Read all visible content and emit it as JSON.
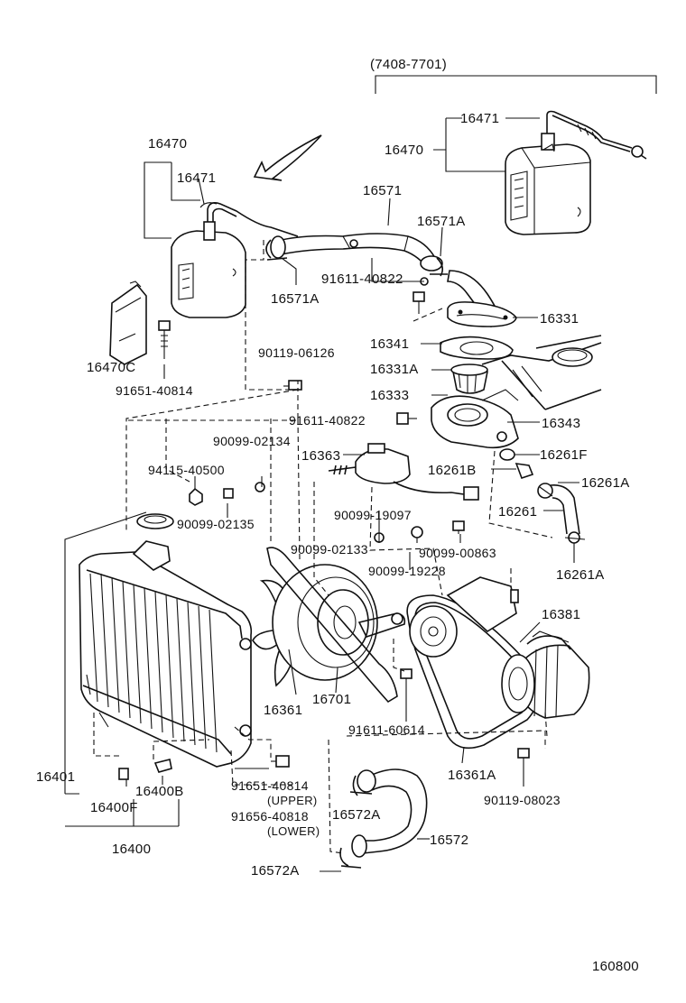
{
  "labels": {
    "range": "(7408-7701)",
    "p16471_top": "16471",
    "p16470_top": "16470",
    "p16470_left": "16470",
    "p16471_left": "16471",
    "p16571": "16571",
    "p16571A_right": "16571A",
    "p91611_40822_a": "91611-40822",
    "p16571A_left": "16571A",
    "p16331": "16331",
    "p16341": "16341",
    "p16331A": "16331A",
    "p16333": "16333",
    "p16343": "16343",
    "p90119_06126": "90119-06126",
    "p16470C": "16470C",
    "p91651_40814_a": "91651-40814",
    "p91611_40822_b": "91611-40822",
    "p90099_02134": "90099-02134",
    "p16363": "16363",
    "p16261F": "16261F",
    "p16261B": "16261B",
    "p16261A_a": "16261A",
    "p94115_40500": "94115-40500",
    "p90099_02135": "90099-02135",
    "p90099_19097": "90099-19097",
    "p16261": "16261",
    "p90099_00863": "90099-00863",
    "p90099_02133": "90099-02133",
    "p16261A_b": "16261A",
    "p90099_19228": "90099-19228",
    "p16381": "16381",
    "p16361": "16361",
    "p16701": "16701",
    "p91611_60614": "91611-60614",
    "p16401": "16401",
    "p16361A": "16361A",
    "p91651_40814_b": "91651-40814",
    "p_upper": "(UPPER)",
    "p16400B": "16400B",
    "p90119_08023": "90119-08023",
    "p16400F": "16400F",
    "p91656_40818": "91656-40818",
    "p_lower": "(LOWER)",
    "p16572A_a": "16572A",
    "p16572": "16572",
    "p16400": "16400",
    "p16572A_b": "16572A",
    "ref_number": "160800"
  }
}
